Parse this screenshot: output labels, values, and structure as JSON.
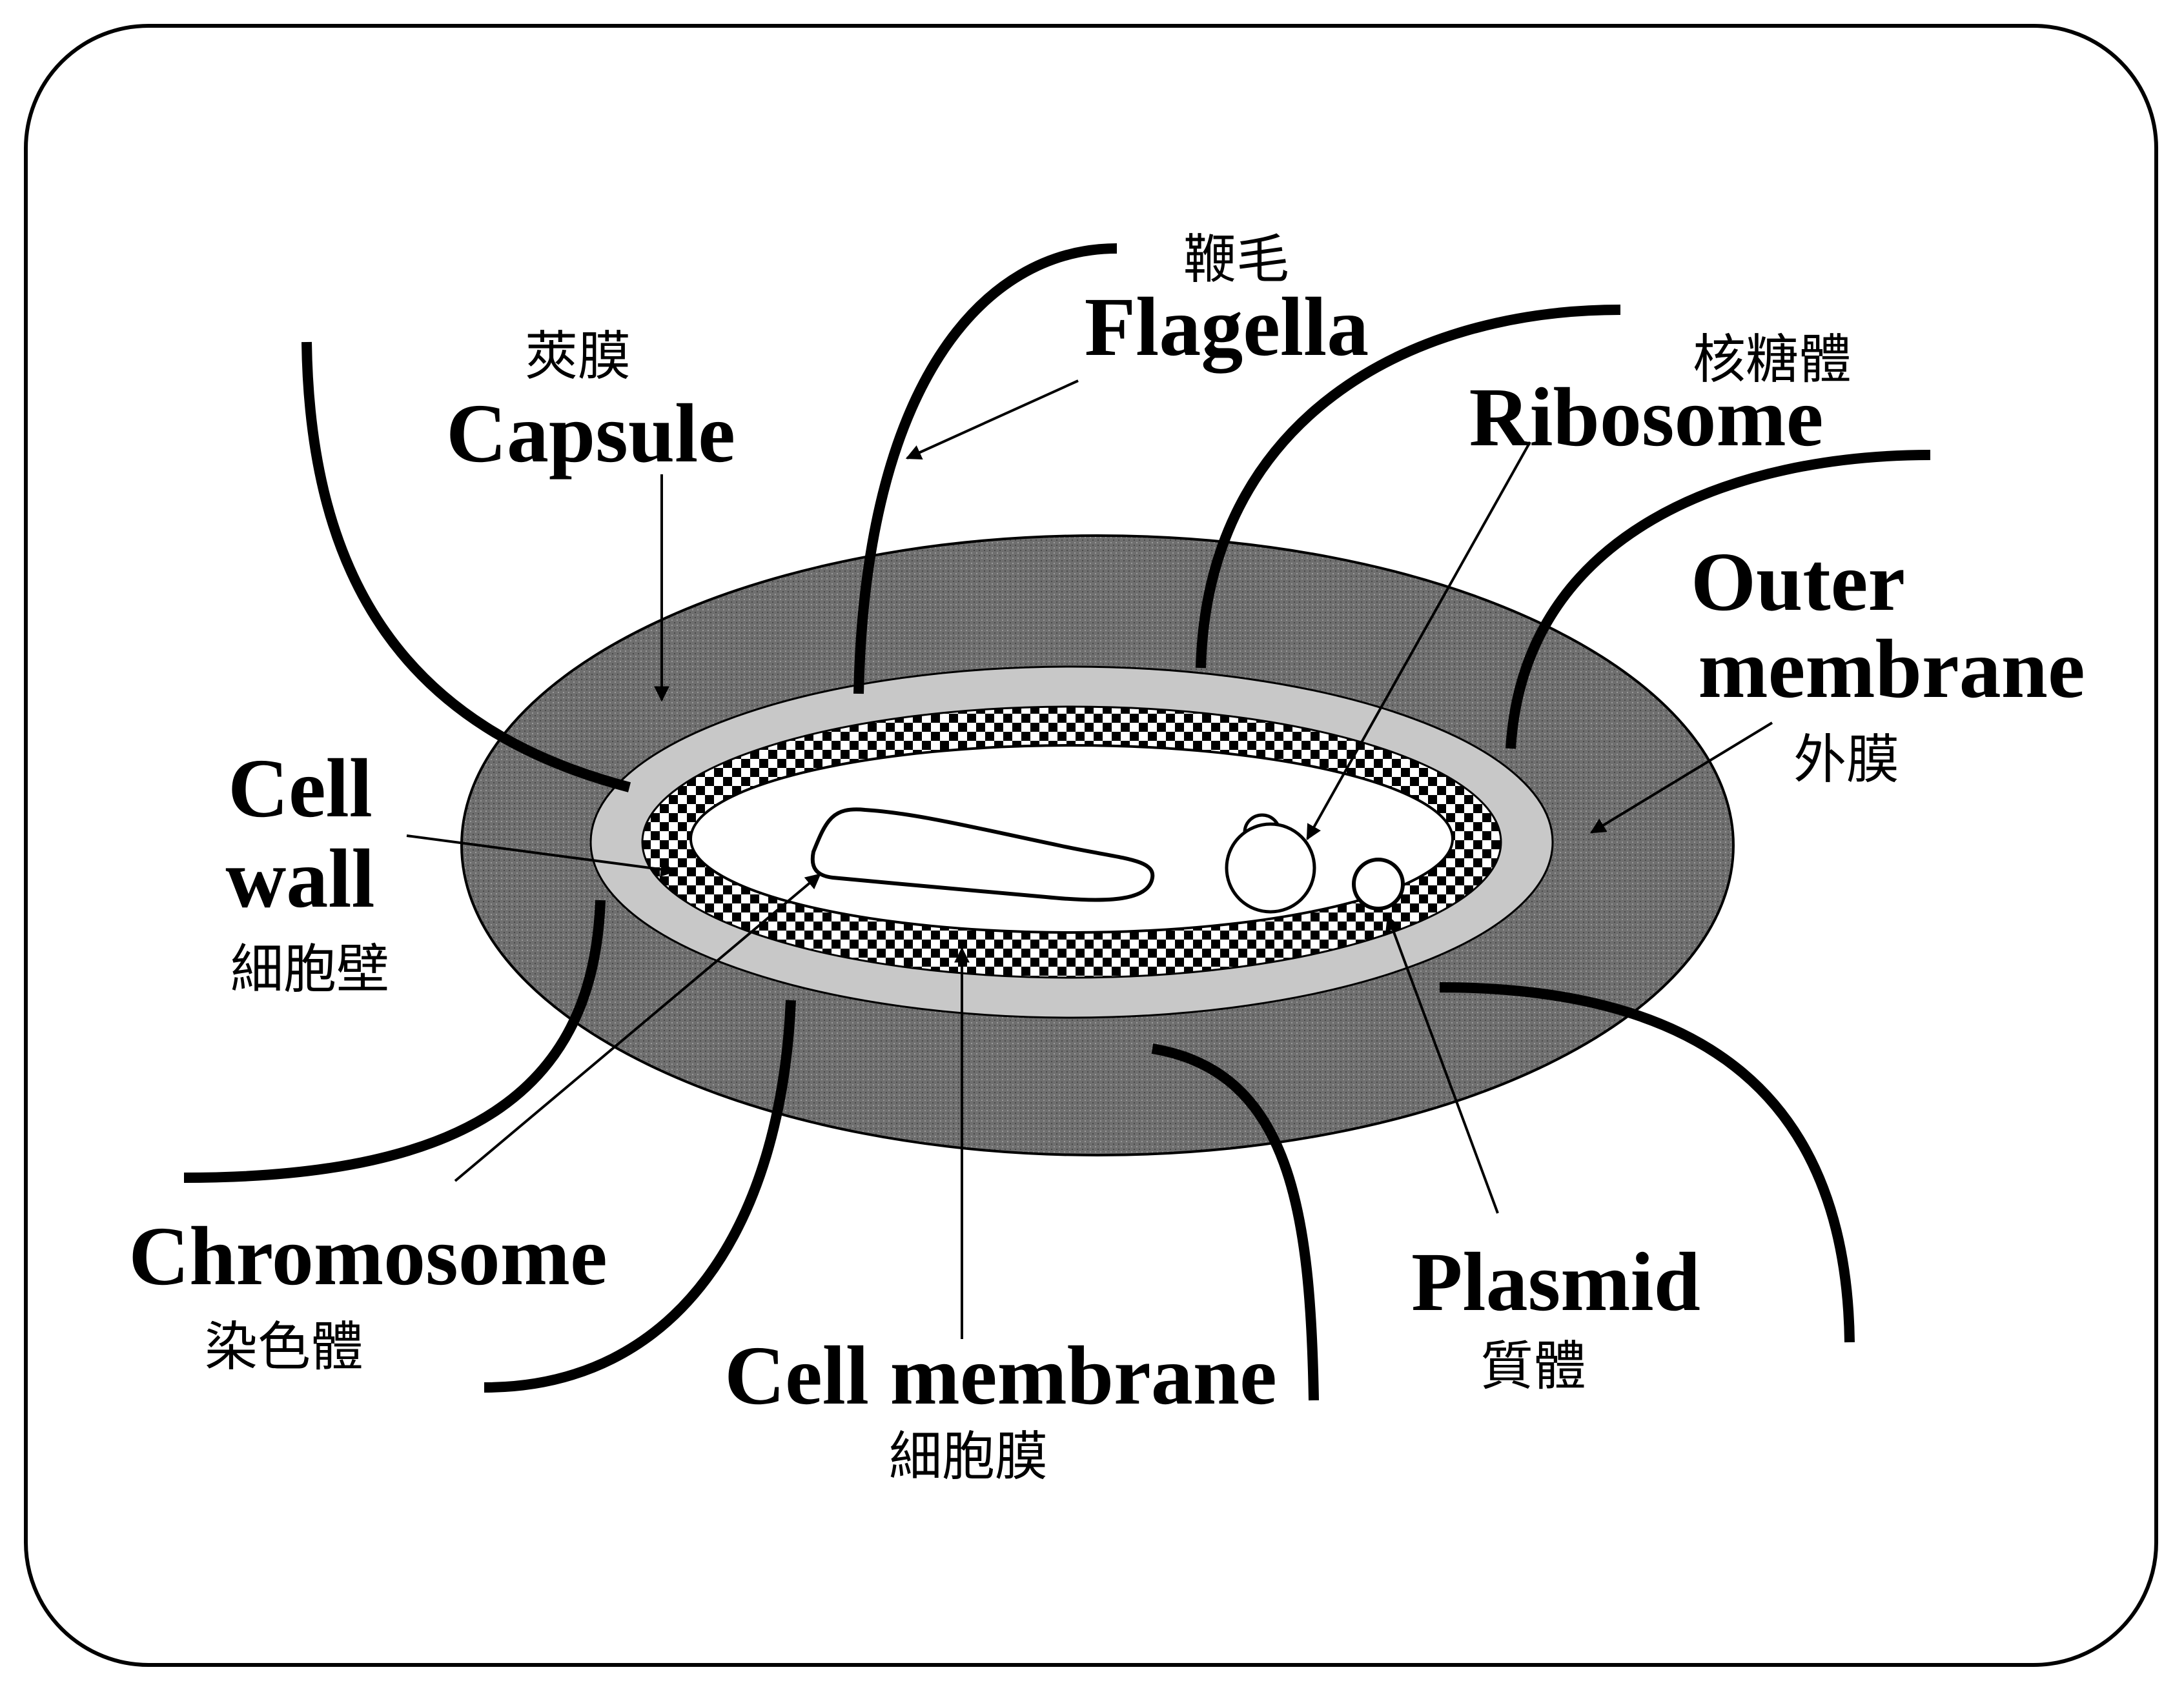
{
  "colors": {
    "capsule": "#6f6f6f",
    "outer_membrane": "#c4c4c4",
    "cytoplasm": "#ffffff",
    "ink": "#000000",
    "check_dark": "#000000",
    "check_light": "#ffffff"
  },
  "labels": {
    "flagella": {
      "en": "Flagella",
      "zh": "鞭毛"
    },
    "capsule": {
      "en": "Capsule",
      "zh": "莢膜"
    },
    "ribosome": {
      "en": "Ribosome",
      "zh": "核糖體"
    },
    "outer_membrane": {
      "en_line1": "Outer",
      "en_line2": "membrane",
      "zh": "外膜"
    },
    "cell_wall": {
      "en_line1": "Cell",
      "en_line2": "wall",
      "zh": "細胞壁"
    },
    "chromosome": {
      "en": "Chromosome",
      "zh": "染色體"
    },
    "cell_membrane": {
      "en": "Cell membrane",
      "zh": "細胞膜"
    },
    "plasmid": {
      "en": "Plasmid",
      "zh": "質體"
    }
  }
}
